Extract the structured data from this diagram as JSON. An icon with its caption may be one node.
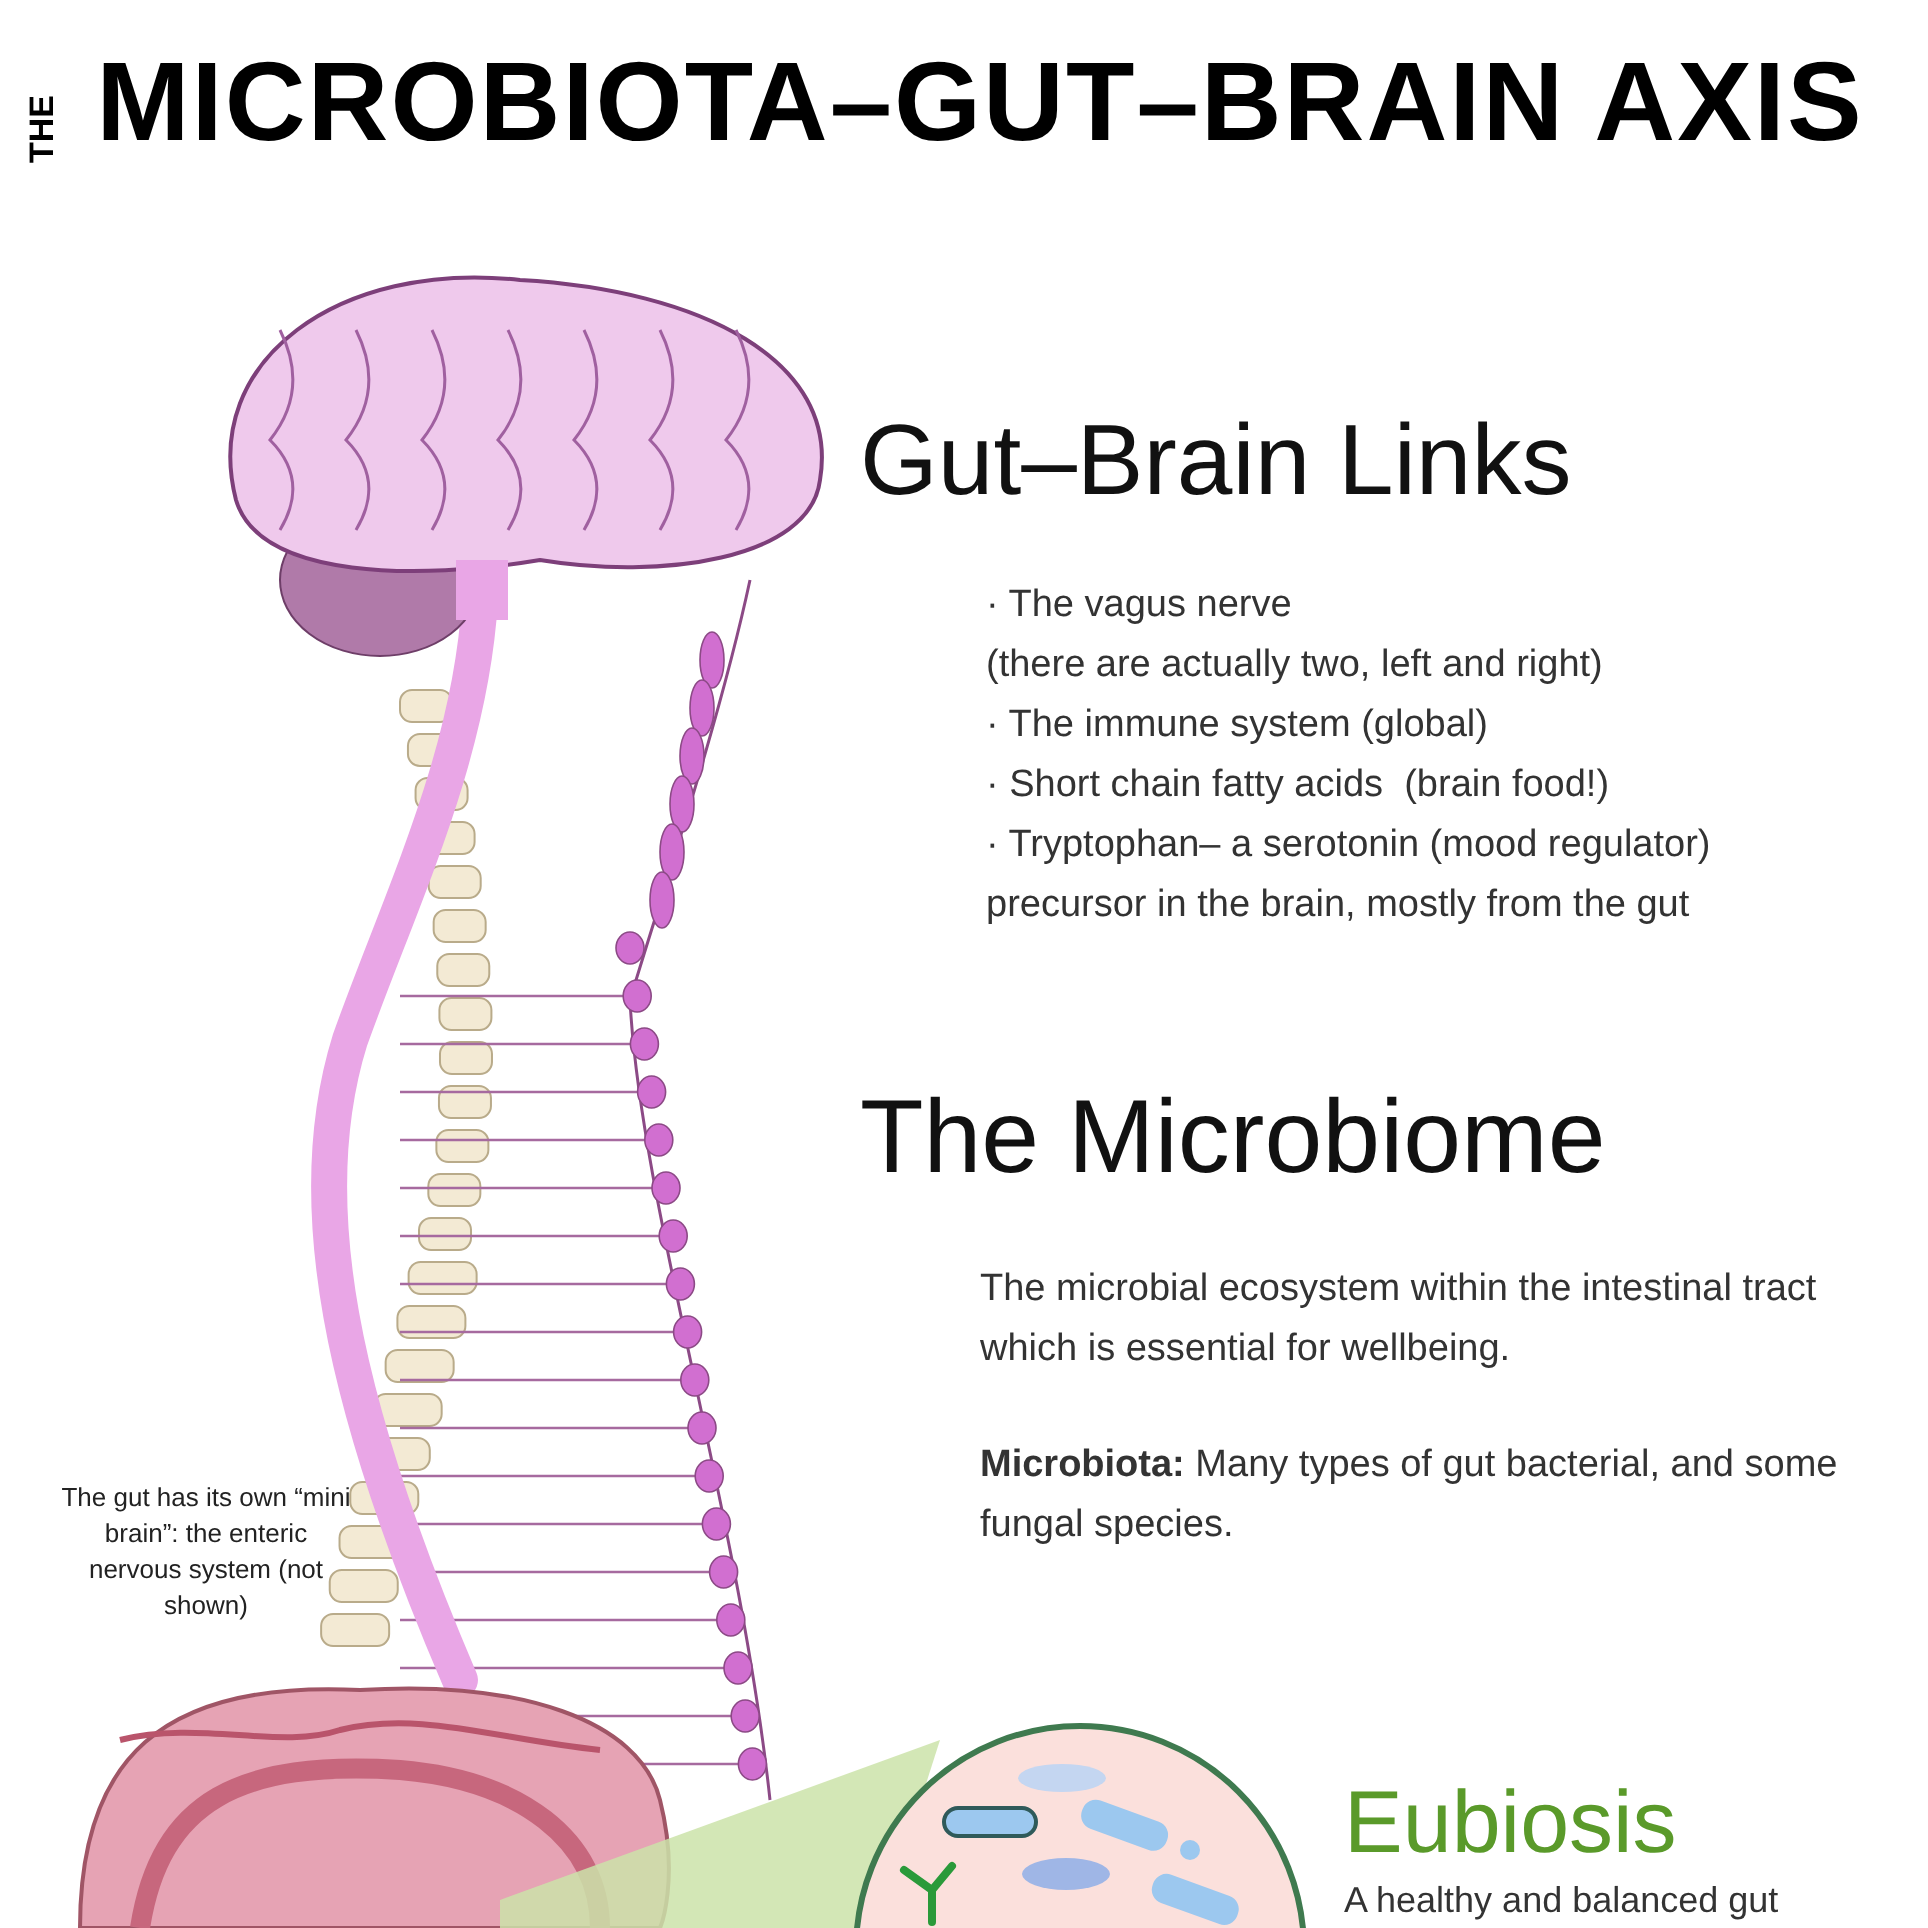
{
  "diagram": {
    "title": "MICROBIOTA–GUT–BRAIN AXIS",
    "labels": [
      "THE",
      "Gut–Brain Links",
      "· The vagus nerve",
      "(there are actually two, left and right)",
      "· The immune system (global)",
      "· Short chain fatty acids  (brain food!)",
      "· Tryptophan– a serotonin (mood regulator)",
      "precursor in the brain, mostly from the gut",
      "The Microbiome",
      "The microbial ecosystem within the intestinal tract which is essential for wellbeing.",
      "**Microbiota:** Many types of gut bacterial, and some fungal species.",
      "The gut has its own “mini brain”: the enteric nervous system (not shown)",
      "Eubiosis",
      "A healthy and balanced gut"
    ]
  }
}
